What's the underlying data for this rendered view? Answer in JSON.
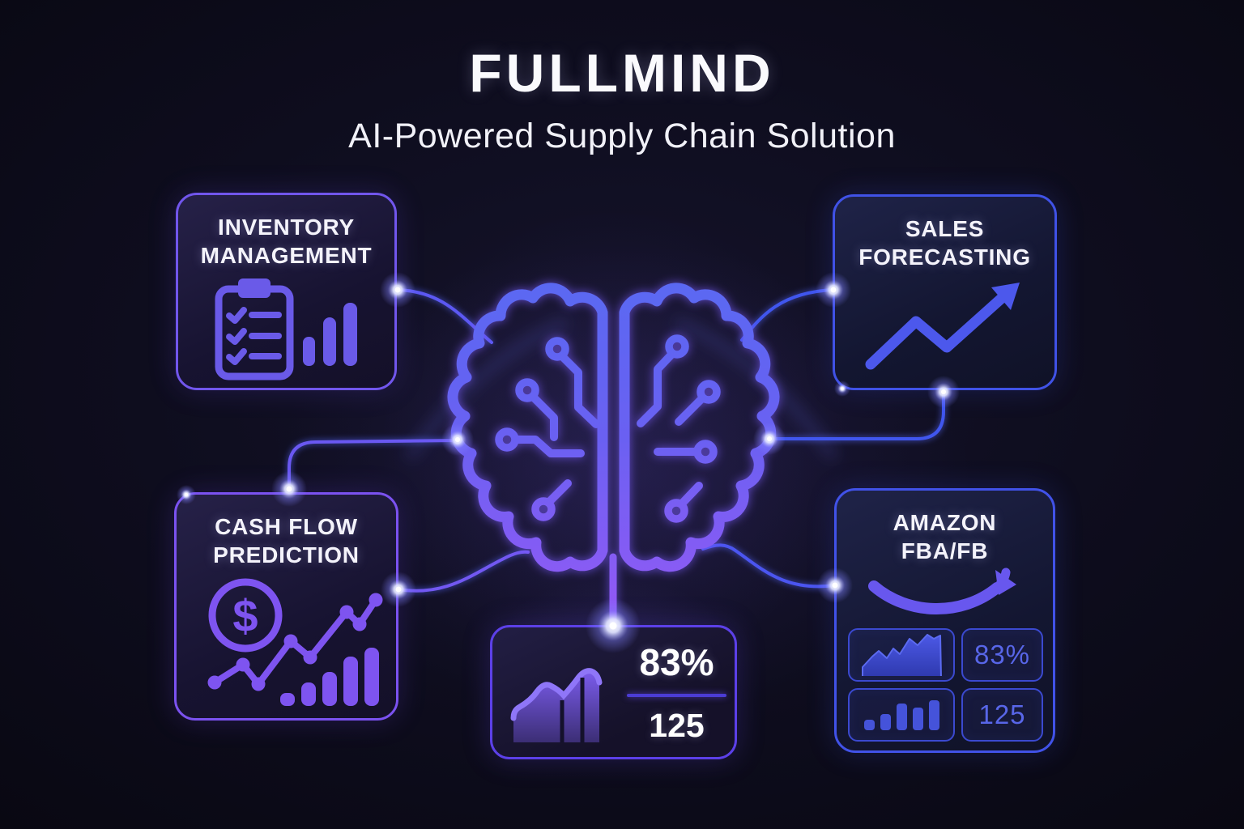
{
  "header": {
    "title": "FULLMIND",
    "subtitle": "AI-Powered Supply Chain Solution"
  },
  "cards": {
    "inventory": {
      "title_lines": [
        "INVENTORY",
        "MANAGEMENT"
      ],
      "icon": "clipboard-checklist-bar-chart"
    },
    "sales": {
      "title_lines": [
        "SALES",
        "FORECASTING"
      ],
      "icon": "growth-arrow"
    },
    "cashflow": {
      "title_lines": [
        "CASH FLOW",
        "PREDICTION"
      ],
      "icon": "dollar-coin-trend-chart",
      "currency_symbol": "$"
    },
    "amazon": {
      "title_lines": [
        "AMAZON",
        "FBA/FB"
      ],
      "icon": "amazon-smile-arrow",
      "stats": {
        "percent": "83%",
        "count": "125"
      }
    },
    "metrics": {
      "icon": "area-bar-chart",
      "percent": "83%",
      "count": "125"
    }
  },
  "brain": {
    "icon": "ai-brain-circuit"
  },
  "colors": {
    "background": "#0d0c1a",
    "purple_accent": "#7b52f0",
    "blue_accent": "#4152e8",
    "brain_top": "#5a68f2",
    "brain_bottom": "#9458f5",
    "stat_text": "#5866e8",
    "text": "#f4f3fb"
  }
}
